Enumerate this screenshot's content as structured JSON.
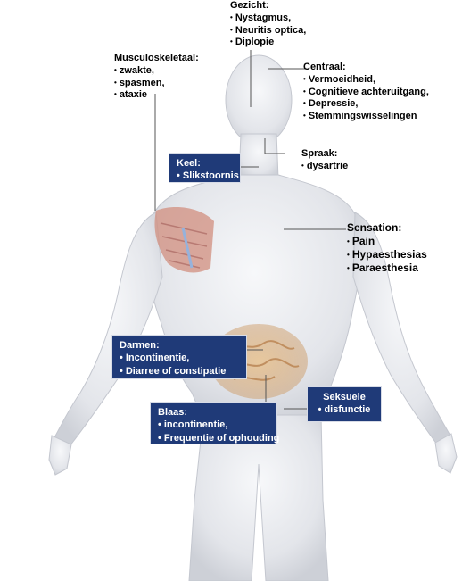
{
  "labels": {
    "gezicht": {
      "title": "Gezicht:",
      "items": [
        "Nystagmus,",
        "Neuritis optica,",
        "Diplopie"
      ]
    },
    "musculoskeletaal": {
      "title": "Musculoskeletaal:",
      "items": [
        "zwakte,",
        "spasmen,",
        "ataxie"
      ]
    },
    "centraal": {
      "title": "Centraal:",
      "items": [
        "Vermoeidheid,",
        "Cognitieve achteruitgang,",
        "Depressie,",
        "Stemmingswisselingen"
      ]
    },
    "spraak": {
      "title": "Spraak:",
      "items": [
        "dysartrie"
      ]
    },
    "sensation": {
      "title": "Sensation:",
      "items": [
        "Pain",
        "Hypaesthesias",
        "Paraesthesia"
      ]
    }
  },
  "boxes": {
    "keel": {
      "title": "Keel:",
      "items": [
        "Slikstoornis"
      ]
    },
    "darmen": {
      "title": "Darmen:",
      "items": [
        "Incontinentie,",
        "Diarree of constipatie"
      ]
    },
    "blaas": {
      "title": "Blaas:",
      "items": [
        "incontinentie,",
        "Frequentie of ophouding"
      ]
    },
    "seksuele": {
      "title": "Seksuele",
      "items": [
        "disfunctie"
      ]
    }
  },
  "colors": {
    "box_fill": "#1f3a78",
    "leader_line": "#555555",
    "body": "#e6e8ec",
    "muscle": "#c97a6a",
    "intestine": "#d8a868"
  }
}
